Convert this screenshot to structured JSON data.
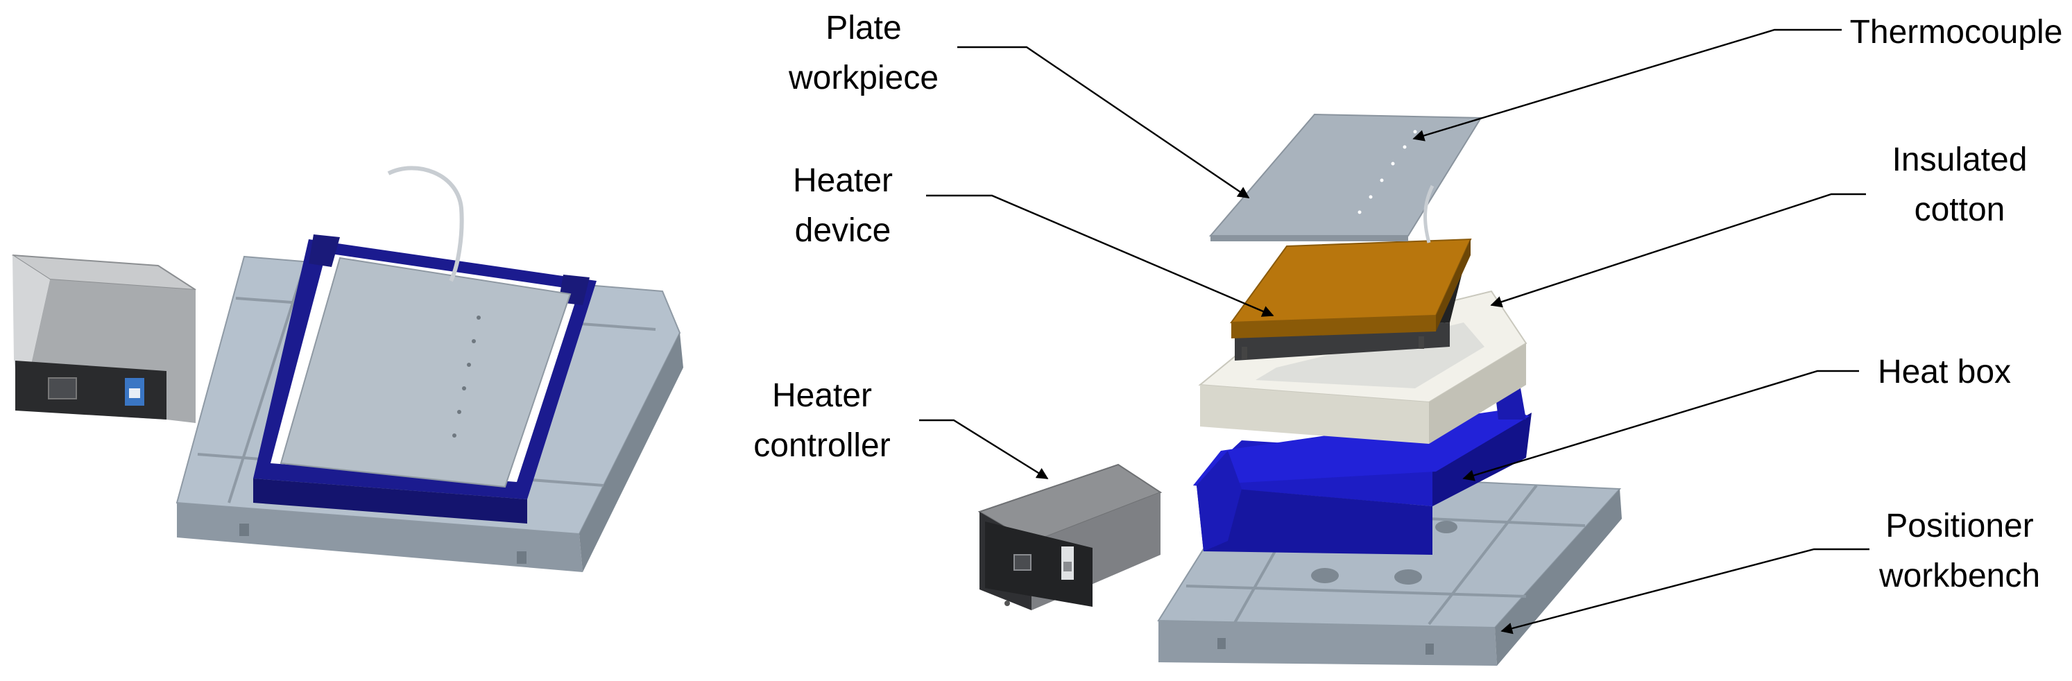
{
  "labels": {
    "plate_workpiece": [
      "Plate",
      "workpiece"
    ],
    "heater_device": [
      "Heater",
      "device"
    ],
    "heater_controller": [
      "Heater",
      "controller"
    ],
    "thermocouple": [
      "Thermocouple"
    ],
    "insulated_cotton": [
      "Insulated",
      "cotton"
    ],
    "heat_box": [
      "Heat box"
    ],
    "positioner_workbench": [
      "Positioner",
      "workbench"
    ]
  },
  "colors": {
    "workbench": "#a9b6c3",
    "heat_box": "#1e1ea8",
    "insulated_cotton": "#ecebe2",
    "heater_device": "#b8760d",
    "plate_workpiece": "#a4afb9",
    "controller": "#8f9194",
    "leader_lines": "#000000"
  }
}
